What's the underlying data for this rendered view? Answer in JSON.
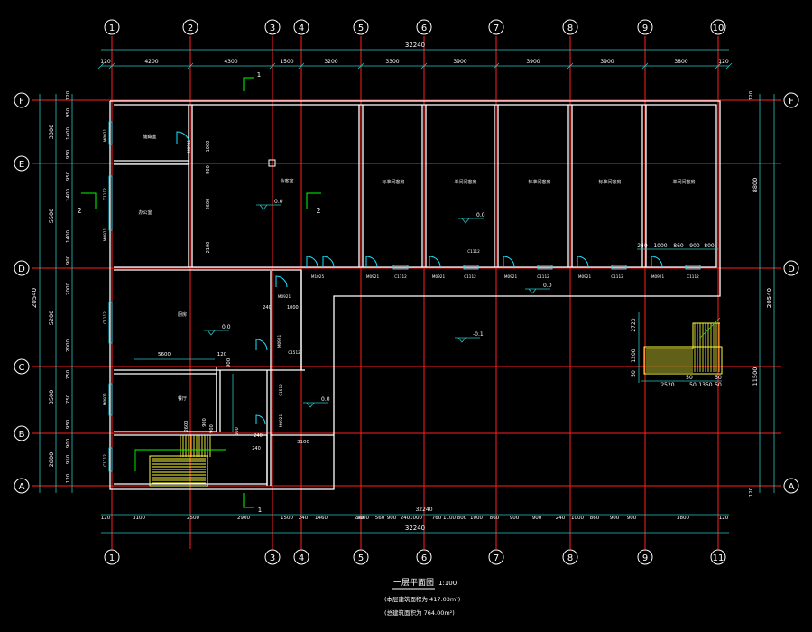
{
  "colors": {
    "background": "#000000",
    "grid_line": "#ff2020",
    "wall": "#ffffff",
    "dimension": "#2ac3c3",
    "dim_text": "#ffffff",
    "door": "#19e0ff",
    "stair": "#ffff40",
    "tag": "#00ff00"
  },
  "axes": {
    "vertical": [
      "1",
      "2",
      "3",
      "4",
      "5",
      "6",
      "7",
      "8",
      "9",
      "10"
    ],
    "vertical_bottom": [
      "1",
      "3",
      "4",
      "5",
      "6",
      "7",
      "8",
      "9",
      "11"
    ],
    "horizontal": [
      "F",
      "E",
      "D",
      "C",
      "B",
      "A"
    ]
  },
  "dimensions": {
    "top_total": "32240",
    "top_segments": [
      "120",
      "4200",
      "4300",
      "1500",
      "3200",
      "3300",
      "3900",
      "3900",
      "3900",
      "3800",
      "120"
    ],
    "bottom_total": "32240",
    "bottom_segments": [
      "120",
      "3100",
      "2500",
      "2900",
      "1500",
      "240",
      "1460",
      "240",
      "1000",
      "560",
      "900",
      "240",
      "1000",
      "760",
      "1100",
      "800",
      "1000",
      "860",
      "900",
      "900",
      "240",
      "1000",
      "860",
      "900",
      "900",
      "3800",
      "120"
    ],
    "left_outer": [
      "3300",
      "5500",
      "5200",
      "3500",
      "2800"
    ],
    "left_total": "20540",
    "left_inner": [
      "120",
      "950",
      "1400",
      "950",
      "950",
      "1400",
      "1400",
      "900",
      "2000",
      "2000",
      "750",
      "750",
      "950",
      "900",
      "950",
      "120"
    ],
    "right_outer": [
      "8800",
      "11500"
    ],
    "right_total": "20540",
    "right_edge": [
      "120",
      "120"
    ]
  },
  "rooms": [
    {
      "name": "储藏室"
    },
    {
      "name": "办公室"
    },
    {
      "name": "会客室"
    },
    {
      "name": "标准间客房"
    },
    {
      "name": "单间间客房"
    },
    {
      "name": "标准间客房"
    },
    {
      "name": "标准间客房"
    },
    {
      "name": "单间间客房"
    },
    {
      "name": "厨房"
    },
    {
      "name": "餐厅"
    }
  ],
  "elevations": [
    "0.0",
    "0.0",
    "0.0",
    "0.0",
    "0.0",
    "-0.1",
    "0.0"
  ],
  "section_marks": [
    "1",
    "2",
    "2",
    "1"
  ],
  "door_tags": [
    "M1025",
    "M0921",
    "C1112",
    "M0921",
    "C1112",
    "M0921",
    "C1112",
    "M0921",
    "C1112",
    "M0921",
    "C1112",
    "M0921",
    "C1112",
    "M0921",
    "C1112"
  ],
  "misc_tags": [
    "M0921",
    "1000",
    "240",
    "M0921",
    "C1512",
    "C1512",
    "M0921",
    "240",
    "3100",
    "5600",
    "120",
    "900",
    "900",
    "240"
  ],
  "stair_dims": [
    "2720",
    "1200",
    "50",
    "50",
    "2520",
    "50",
    "1350",
    "50",
    "50"
  ],
  "right_room_dims": [
    "240",
    "1000",
    "860",
    "900",
    "800"
  ],
  "room_inner_dims": [
    "1000",
    "500",
    "900",
    "2600",
    "2100"
  ],
  "title": {
    "name": "一层平面图",
    "scale": "1:100",
    "area1": "(本层建筑面积为 417.03m²)",
    "area2": "(总建筑面积为 764.00m²)"
  }
}
